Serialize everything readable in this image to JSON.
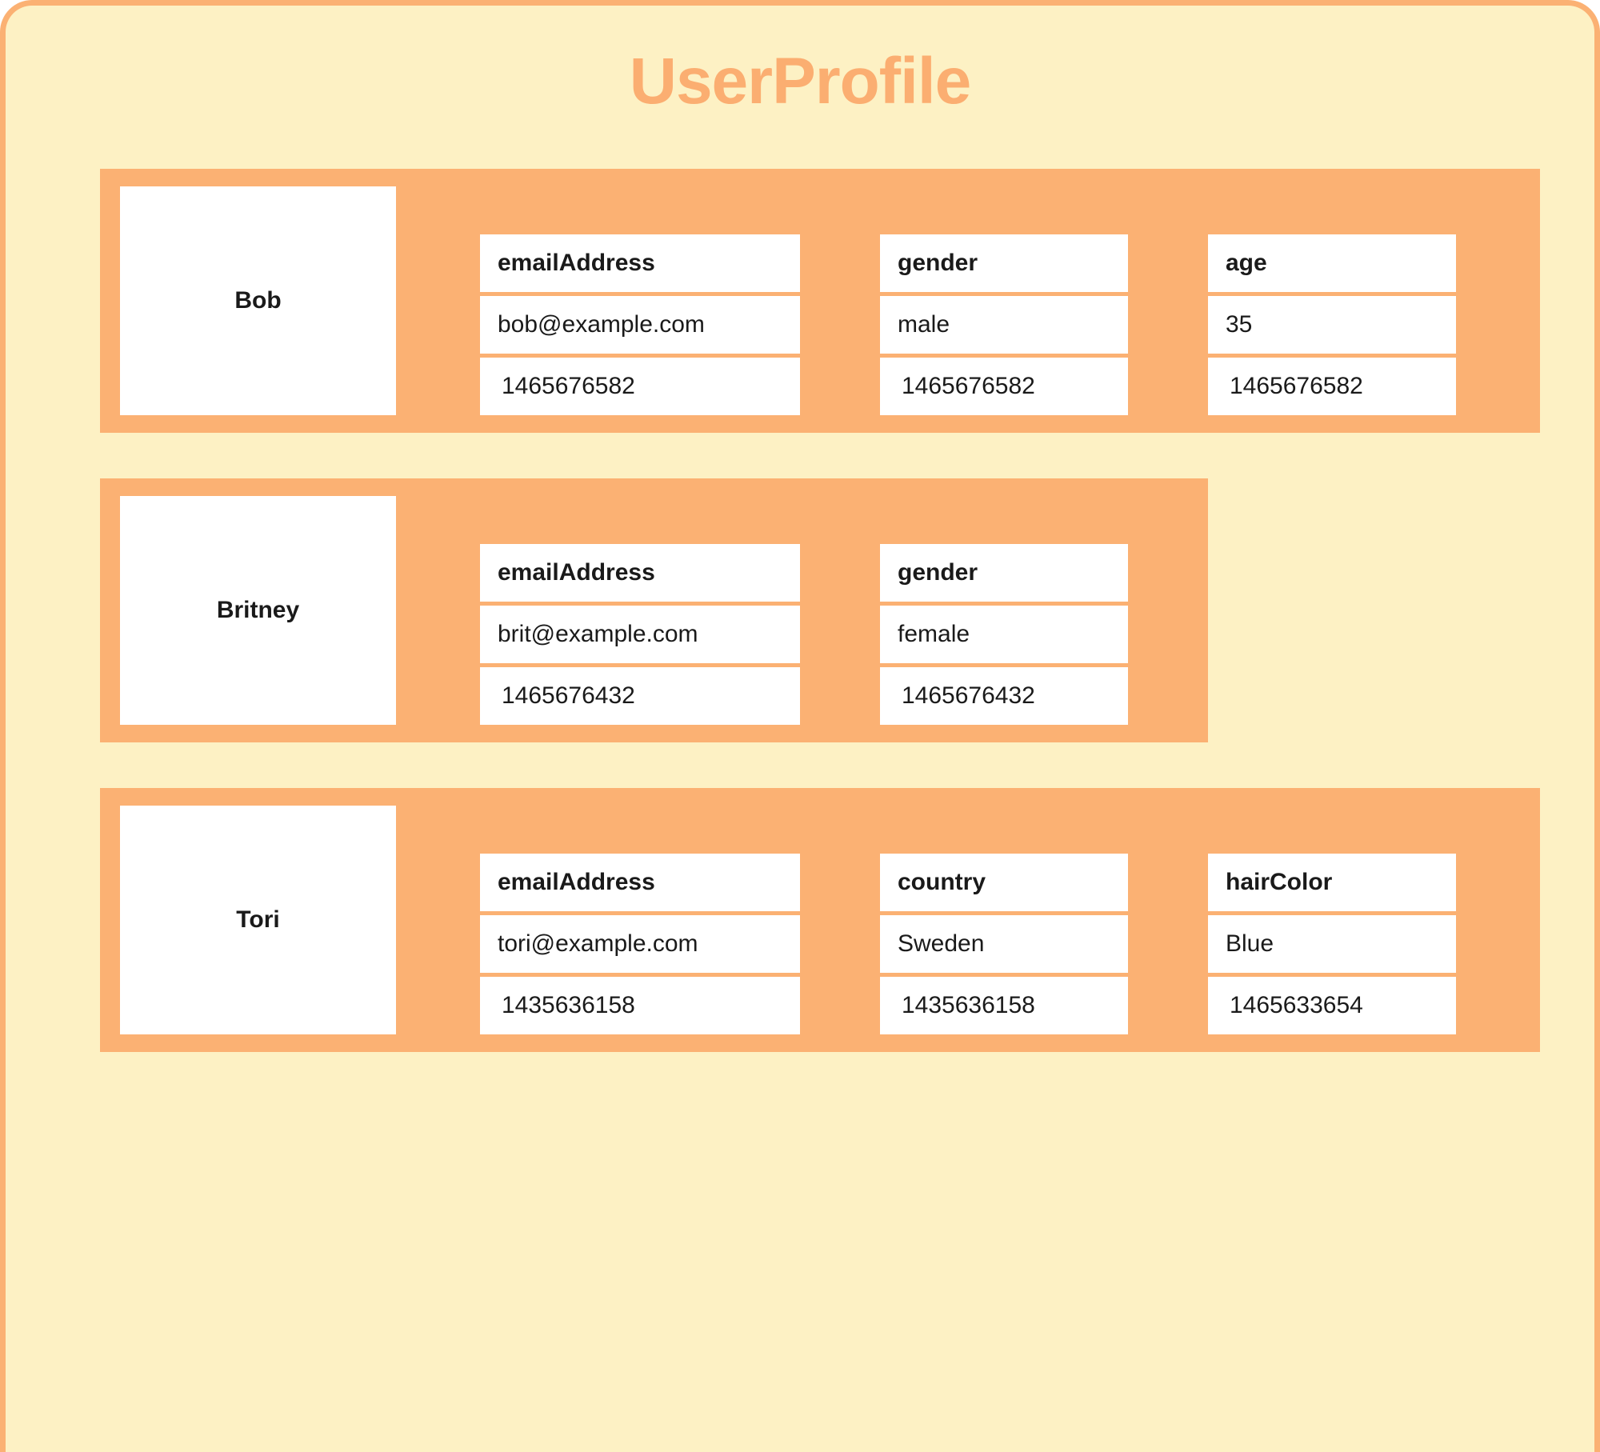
{
  "page": {
    "title": "UserProfile",
    "background_color": "#FDF1C4",
    "accent_color": "#FBB173",
    "title_color": "#FBAE71",
    "cell_background": "#FFFFFF",
    "text_color": "#1a1a1a"
  },
  "records": [
    {
      "name": "Bob",
      "width": "wide",
      "fields": [
        {
          "key": "emailAddress",
          "value": "bob@example.com",
          "timestamp": "1465676582"
        },
        {
          "key": "gender",
          "value": "male",
          "timestamp": "1465676582"
        },
        {
          "key": "age",
          "value": "35",
          "timestamp": "1465676582"
        }
      ]
    },
    {
      "name": "Britney",
      "width": "medium",
      "fields": [
        {
          "key": "emailAddress",
          "value": "brit@example.com",
          "timestamp": "1465676432"
        },
        {
          "key": "gender",
          "value": "female",
          "timestamp": "1465676432"
        }
      ]
    },
    {
      "name": "Tori",
      "width": "wide",
      "fields": [
        {
          "key": "emailAddress",
          "value": "tori@example.com",
          "timestamp": "1435636158"
        },
        {
          "key": "country",
          "value": "Sweden",
          "timestamp": "1435636158"
        },
        {
          "key": "hairColor",
          "value": "Blue",
          "timestamp": "1465633654"
        }
      ]
    }
  ]
}
